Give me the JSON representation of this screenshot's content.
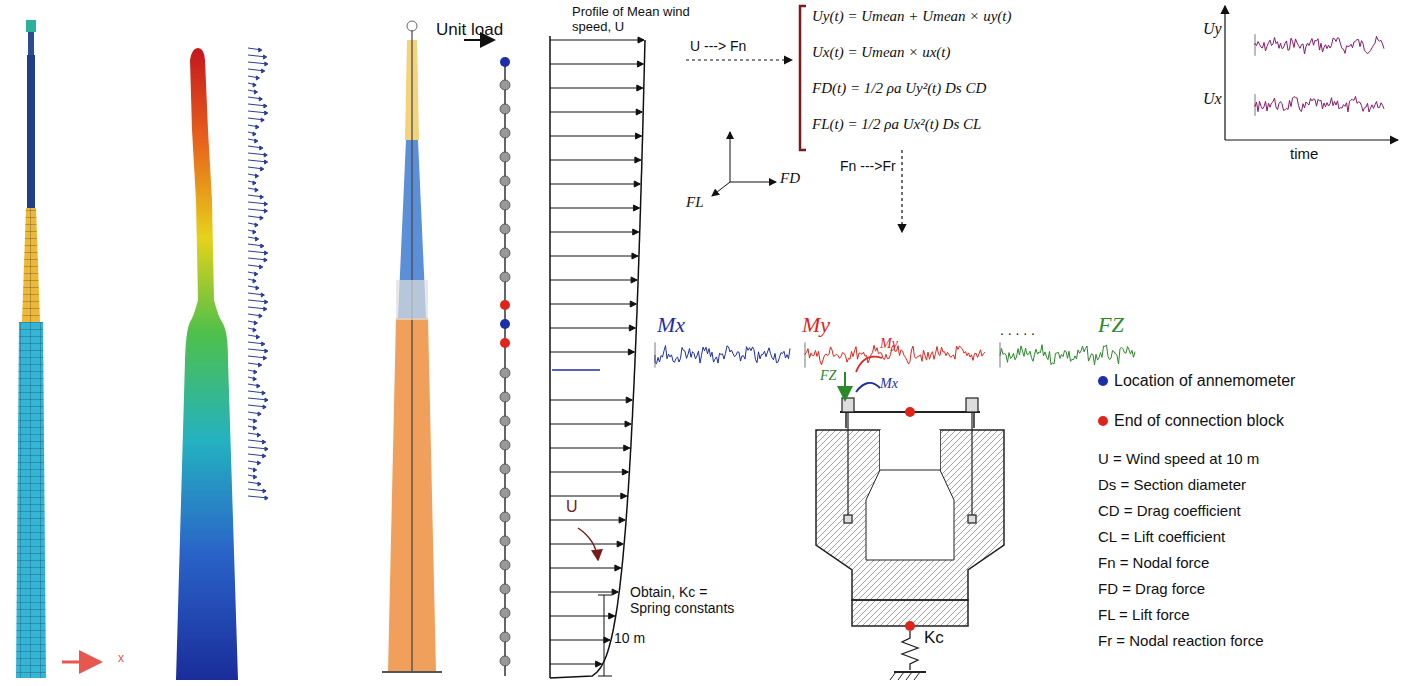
{
  "diagram": {
    "labels": [
      "Unit load",
      "Profile of Mean wind speed, U",
      "U ---> Fn",
      "Uy(t) = Umean + Umean × uy(t)",
      "Ux(t) = Umean × ux(t)",
      "FD(t) = 1/2 ρa Uy²(t) Ds CD",
      "FL(t) = 1/2 ρa Ux²(t) Ds CL",
      "FD",
      "FL",
      "Fn --->Fr",
      "Uy",
      "Ux",
      "time",
      "Mx",
      "My",
      ". . . . .",
      "FZ",
      "My",
      "Mx",
      "FZ",
      "U",
      "10 m",
      "Obtain, Kc = Spring constants",
      "Kc",
      "U = Wind speed at 10 m",
      "Ds = Section diameter",
      "CD = Drag coefficient",
      "CL = Lift coefficient",
      "Fn = Nodal force",
      "FD = Drag force",
      "FL = Lift force",
      "Fr = Nodal reaction force",
      "x"
    ],
    "legend": [
      {
        "text": "Location of annemometer",
        "color": "#1c2fa8"
      },
      {
        "text": "End of connection block",
        "color": "#e0241b"
      }
    ]
  }
}
